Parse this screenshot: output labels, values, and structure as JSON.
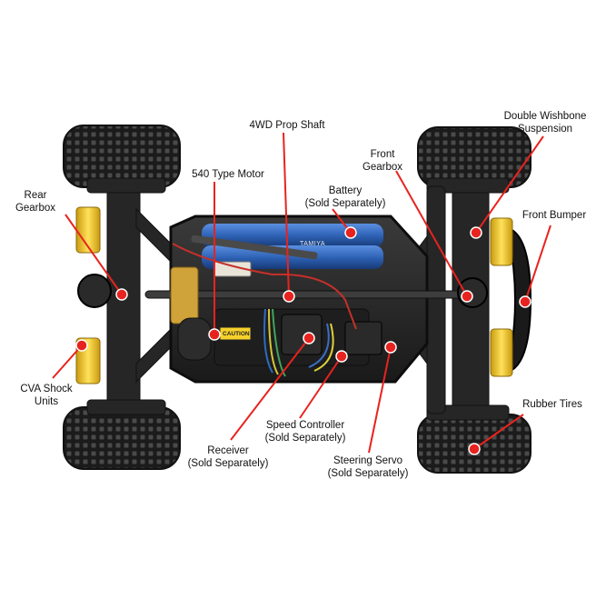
{
  "colors": {
    "background": "#ffffff",
    "callout": "#e8231f",
    "battery": "#2f63b6",
    "shock_spring": "#f2c21a",
    "chassis": "#262626",
    "tire": "#1f1f1f"
  },
  "callouts": {
    "prop_shaft": {
      "line1": "4WD Prop Shaft"
    },
    "double_wishbone": {
      "line1": "Double Wishbone",
      "line2": "Suspension"
    },
    "front_gearbox": {
      "line1": "Front",
      "line2": "Gearbox"
    },
    "motor": {
      "line1": "540 Type Motor"
    },
    "battery": {
      "line1": "Battery",
      "line2": "(Sold Separately)"
    },
    "rear_gearbox": {
      "line1": "Rear",
      "line2": "Gearbox"
    },
    "front_bumper": {
      "line1": "Front Bumper"
    },
    "cva_shock": {
      "line1": "CVA Shock",
      "line2": "Units"
    },
    "rubber_tires": {
      "line1": "Rubber Tires"
    },
    "speed_controller": {
      "line1": "Speed Controller",
      "line2": "(Sold Separately)"
    },
    "receiver": {
      "line1": "Receiver",
      "line2": "(Sold Separately)"
    },
    "steering_servo": {
      "line1": "Steering Servo",
      "line2": "(Sold Separately)"
    }
  },
  "chassis_markings": {
    "battery_brand": "TAMIYA",
    "caution_sticker": "CAUTION"
  }
}
